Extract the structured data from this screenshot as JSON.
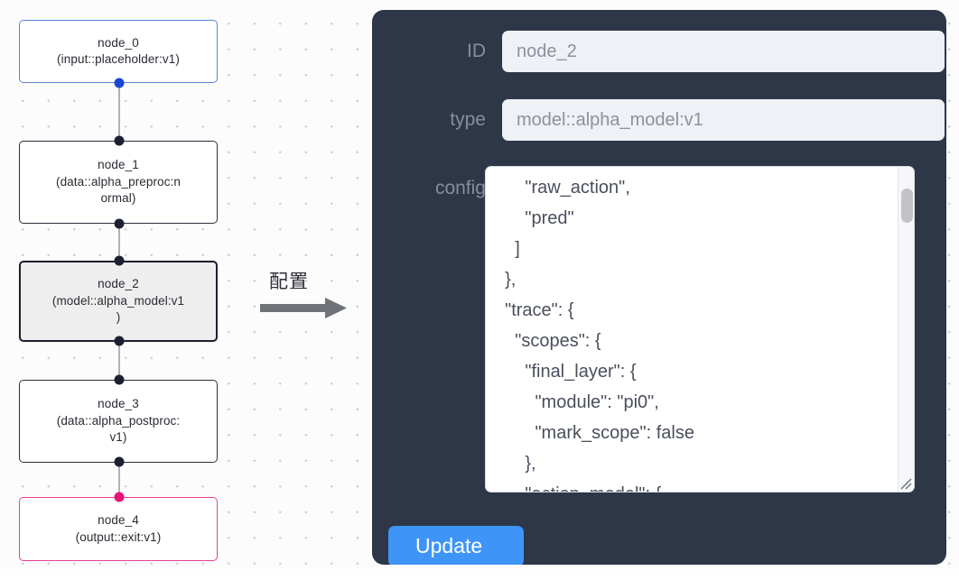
{
  "graph": {
    "nodes": [
      {
        "id": "node_0",
        "title": "node_0",
        "subtitle": "(input::placeholder:v1)",
        "label": "node_0\n(input::placeholder:v1)",
        "style": "input",
        "border_color": "#5b84d6",
        "selected": false
      },
      {
        "id": "node_1",
        "title": "node_1",
        "subtitle": "(data::alpha_preproc:normal)",
        "label": "node_1\n(data::alpha_preproc:n\normal)",
        "style": "plain",
        "border_color": "#2b2e3c",
        "selected": false
      },
      {
        "id": "node_2",
        "title": "node_2",
        "subtitle": "(model::alpha_model:v1)",
        "label": "node_2\n(model::alpha_model:v1\n)",
        "style": "selected",
        "border_color": "#1d2030",
        "fill_color": "#eeeeee",
        "selected": true
      },
      {
        "id": "node_3",
        "title": "node_3",
        "subtitle": "(data::alpha_postproc:v1)",
        "label": "node_3\n(data::alpha_postproc:\nv1)",
        "style": "plain",
        "border_color": "#2b2e3c",
        "selected": false
      },
      {
        "id": "node_4",
        "title": "node_4",
        "subtitle": "(output::exit:v1)",
        "label": "node_4\n(output::exit:v1)",
        "style": "output",
        "border_color": "#ea3f93",
        "selected": false
      }
    ],
    "handle_colors": {
      "default": "#1d2030",
      "source_input": "#1a46d6",
      "target_output": "#ea1177"
    },
    "edge_color": "#b1b1b7"
  },
  "annotation": {
    "arrow_label": "配置",
    "arrow_color": "#6f7277"
  },
  "panel": {
    "background_color": "#2d3748",
    "label_color": "#868d9c",
    "fields": [
      {
        "name": "id",
        "label": "ID",
        "value": "node_2"
      },
      {
        "name": "type",
        "label": "type",
        "value": "model::alpha_model:v1"
      }
    ],
    "config": {
      "label": "config",
      "value": "      \"raw_action\",\n      \"pred\"\n    ]\n  },\n  \"trace\": {\n    \"scopes\": {\n      \"final_layer\": {\n        \"module\": \"pi0\",\n        \"mark_scope\": false\n      },\n      \"action_model\": {",
      "scroll_position": "partially scrolled",
      "resizable": true
    },
    "update_button": {
      "label": "Update",
      "color": "#3f95f7"
    }
  }
}
